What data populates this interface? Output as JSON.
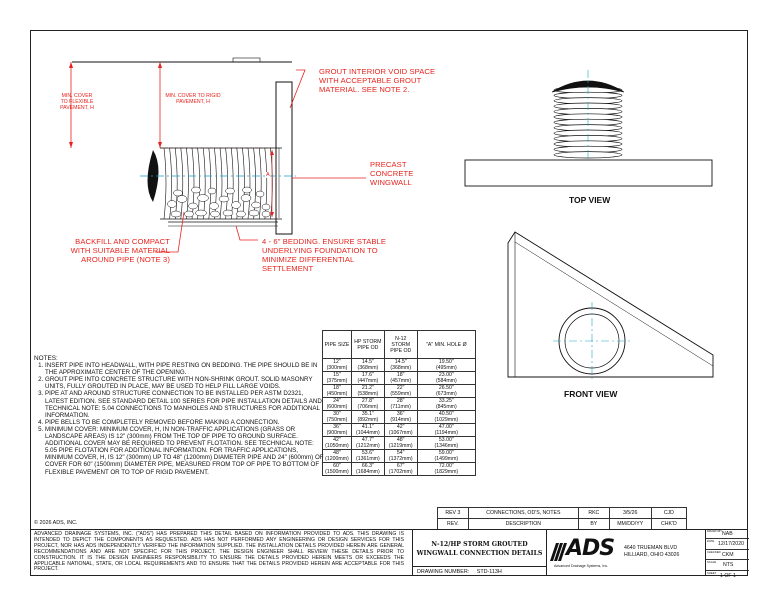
{
  "sheet_frame": true,
  "callouts": {
    "grout": "GROUT INTERIOR VOID SPACE WITH ACCEPTABLE GROUT MATERIAL. SEE NOTE 2.",
    "wingwall": "PRECAST CONCRETE WINGWALL",
    "backfill": "BACKFILL AND COMPACT WITH SUITABLE MATERIAL AROUND PIPE (NOTE 3)",
    "bedding": "4 - 6\" BEDDING. ENSURE STABLE UNDERLYING FOUNDATION TO MINIMIZE DIFFERENTIAL SETTLEMENT",
    "cover_flexible": "MIN. COVER TO FLEXIBLE PAVEMENT, H",
    "cover_rigid": "MIN. COVER TO RIGID PAVEMENT, H",
    "dim_a": "A"
  },
  "views": {
    "top": "TOP VIEW",
    "front": "FRONT VIEW"
  },
  "notes": {
    "heading": "NOTES:",
    "items": [
      "INSERT PIPE INTO HEADWALL, WITH PIPE RESTING ON BEDDING. THE PIPE SHOULD BE IN THE APPROXIMATE CENTER OF THE OPENING.",
      "GROUT PIPE INTO CONCRETE STRUCTURE WITH NON-SHRINK GROUT. SOLID MASONRY UNITS, FULLY GROUTED IN PLACE, MAY BE USED TO HELP FILL LARGE VOIDS.",
      "PIPE AT AND AROUND STRUCTURE CONNECTION TO BE INSTALLED PER ASTM D2321, LATEST EDITION. SEE STANDARD DETAIL 100 SERIES FOR PIPE INSTALLATION DETAILS AND TECHNICAL NOTE: 5.04 CONNECTIONS TO MANHOLES AND STRUCTURES FOR ADDITIONAL INFORMATION.",
      "PIPE BELLS TO BE COMPLETELY REMOVED BEFORE MAKING A CONNECTION.",
      "MINIMUM COVER: MINIMUM COVER, H, IN NON-TRAFFIC APPLICATIONS (GRASS OR LANDSCAPE AREAS) IS 12\" (300mm) FROM THE TOP OF PIPE TO GROUND SURFACE. ADDITIONAL COVER MAY BE REQUIRED TO PREVENT FLOTATION. SEE TECHNICAL NOTE: 5.05 PIPE FLOTATION FOR ADDITIONAL INFORMATION. FOR TRAFFIC APPLICATIONS, MINIMUM COVER, H, IS 12\" (300mm) UP TO 48\" (1200mm) DIAMETER PIPE AND 24\" (600mm) OF COVER FOR 60\" (1500mm) DIAMETER PIPE, MEASURED FROM TOP OF PIPE TO BOTTOM OF FLEXIBLE PAVEMENT OR TO TOP OF RIGID PAVEMENT."
    ]
  },
  "table": {
    "headers": [
      "PIPE SIZE",
      "HP STORM PIPE OD",
      "N-12 STORM PIPE OD",
      "\"A\" MIN. HOLE Ø"
    ],
    "rows": [
      [
        "12\"",
        "(300mm)",
        "14.5\"",
        "(368mm)",
        "14.5\"",
        "(368mm)",
        "19.50\"",
        "(495mm)"
      ],
      [
        "15\"",
        "(375mm)",
        "17.6\"",
        "(447mm)",
        "18\"",
        "(457mm)",
        "23.00\"",
        "(584mm)"
      ],
      [
        "18\"",
        "(450mm)",
        "21.2\"",
        "(538mm)",
        "22\"",
        "(559mm)",
        "26.50\"",
        "(673mm)"
      ],
      [
        "24\"",
        "(600mm)",
        "27.8\"",
        "(706mm)",
        "28\"",
        "(711mm)",
        "33.25\"",
        "(845mm)"
      ],
      [
        "30\"",
        "(750mm)",
        "35.1\"",
        "(892mm)",
        "36\"",
        "(914mm)",
        "40.50\"",
        "(1029mm)"
      ],
      [
        "36\"",
        "(900mm)",
        "41.1\"",
        "(1044mm)",
        "42\"",
        "(1067mm)",
        "47.00\"",
        "(1194mm)"
      ],
      [
        "42\"",
        "(1050mm)",
        "47.7\"",
        "(1212mm)",
        "48\"",
        "(1219mm)",
        "53.00\"",
        "(1346mm)"
      ],
      [
        "48\"",
        "(1200mm)",
        "53.6\"",
        "(1361mm)",
        "54\"",
        "(1372mm)",
        "59.00\"",
        "(1499mm)"
      ],
      [
        "60\"",
        "(1500mm)",
        "66.3\"",
        "(1684mm)",
        "67\"",
        "(1702mm)",
        "72.00\"",
        "(1829mm)"
      ]
    ]
  },
  "revisions": {
    "row": [
      "REV 3",
      "CONNECTIONS, OD'S, NOTES",
      "RKC",
      "3/5/26",
      "CJD"
    ],
    "header": [
      "REV.",
      "DESCRIPTION",
      "BY",
      "MM/DD/YY",
      "CHK'D"
    ]
  },
  "copyright": "© 2026 ADS, INC.",
  "disclaimer": "ADVANCED DRAINAGE SYSTEMS, INC. (\"ADS\") HAS PREPARED THIS DETAIL BASED ON INFORMATION PROVIDED TO ADS. THIS DRAWING IS INTENDED TO DEPICT THE COMPONENTS AS REQUESTED. ADS HAS NOT PERFORMED ANY ENGINEERING OR DESIGN SERVICES FOR THIS PROJECT, NOR HAS ADS INDEPENDENTLY VERIFIED THE INFORMATION SUPPLIED. THE INSTALLATION DETAILS PROVIDED HEREIN ARE GENERAL RECOMMENDATIONS AND ARE NOT SPECIFIC FOR THIS PROJECT. THE DESIGN ENGINEER SHALL REVIEW THESE DETAILS PRIOR TO CONSTRUCTION. IT IS THE DESIGN ENGINEERS RESPONSIBILITY TO ENSURE THE DETAILS PROVIDED HEREIN MEETS OR EXCEEDS THE APPLICABLE NATIONAL, STATE, OR LOCAL REQUIREMENTS AND TO ENSURE THAT THE DETAILS PROVIDED HEREIN ARE ACCEPTABLE FOR THIS PROJECT.",
  "title_block": {
    "title_line1": "N-12/HP STORM GROUTED",
    "title_line2": "WINGWALL CONNECTION DETAILS",
    "drawing_number_label": "DRAWING NUMBER:",
    "drawing_number": "STD-113H",
    "logo": "ADS",
    "logo_sub": "Advanced Drainage Systems, Inc.",
    "address1": "4640 TRUEMAN BLVD",
    "address2": "HILLIARD, OHIO 43026",
    "drawn_label": "DRAWN BY",
    "drawn": "NAB",
    "date_label": "DATE",
    "date": "12/17/2020",
    "checked_label": "CHECKED",
    "checked": "CKM",
    "scale_label": "SCALE",
    "scale": "NTS",
    "sheet_label": "SHEET",
    "sheet": "1 OF 1"
  },
  "colors": {
    "callout": "#e8231d",
    "centerline": "#19a3c7",
    "ink": "#111111"
  }
}
